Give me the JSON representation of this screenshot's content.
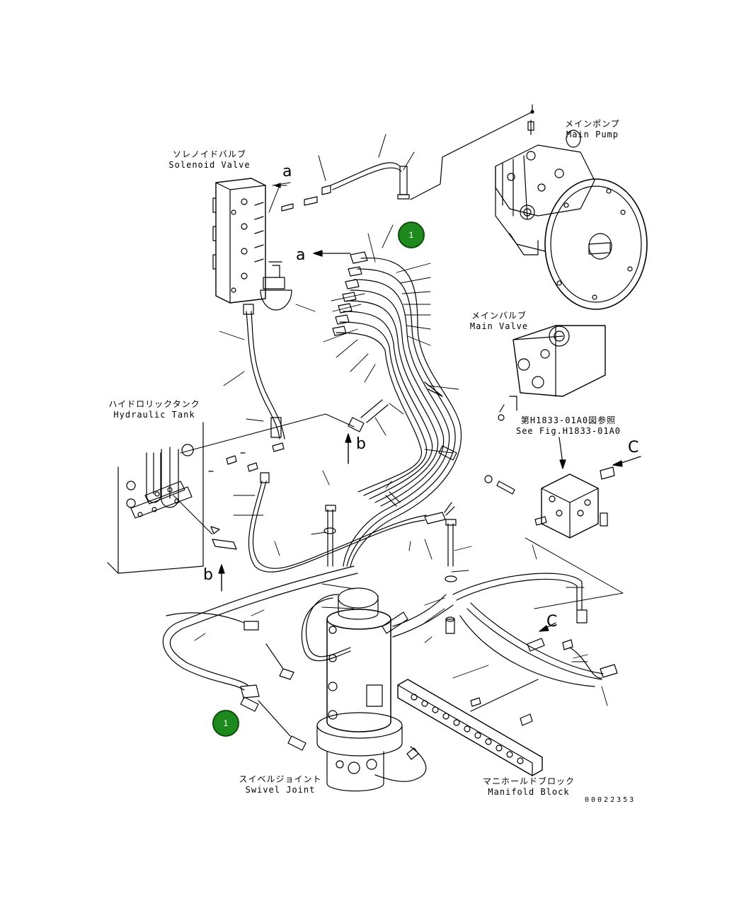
{
  "labels": {
    "main_pump": {
      "jp": "メインポンプ",
      "en": "Main Pump"
    },
    "solenoid_valve": {
      "jp": "ソレノイドバルブ",
      "en": "Solenoid Valve"
    },
    "main_valve": {
      "jp": "メインバルブ",
      "en": "Main Valve"
    },
    "hydraulic_tank": {
      "jp": "ハイドロリックタンク",
      "en": "Hydraulic Tank"
    },
    "see_fig": {
      "jp": "第H1833-01A0図参照",
      "en": "See Fig.H1833-01A0"
    },
    "swivel_joint": {
      "jp": "スイベルジョイント",
      "en": "Swivel Joint"
    },
    "manifold_block": {
      "jp": "マニホールドブロック",
      "en": "Manifold Block"
    }
  },
  "arrow_letters": {
    "a_top": "a",
    "a_mid": "a",
    "b_mid": "b",
    "b_left": "b",
    "c_right": "C",
    "c_bottom": "C"
  },
  "callouts": {
    "top": "1",
    "bottom": "1"
  },
  "drawing_number": "00022353",
  "colors": {
    "line": "#000000",
    "callout_fill": "#1e8a1e",
    "callout_text": "#ffffff"
  }
}
